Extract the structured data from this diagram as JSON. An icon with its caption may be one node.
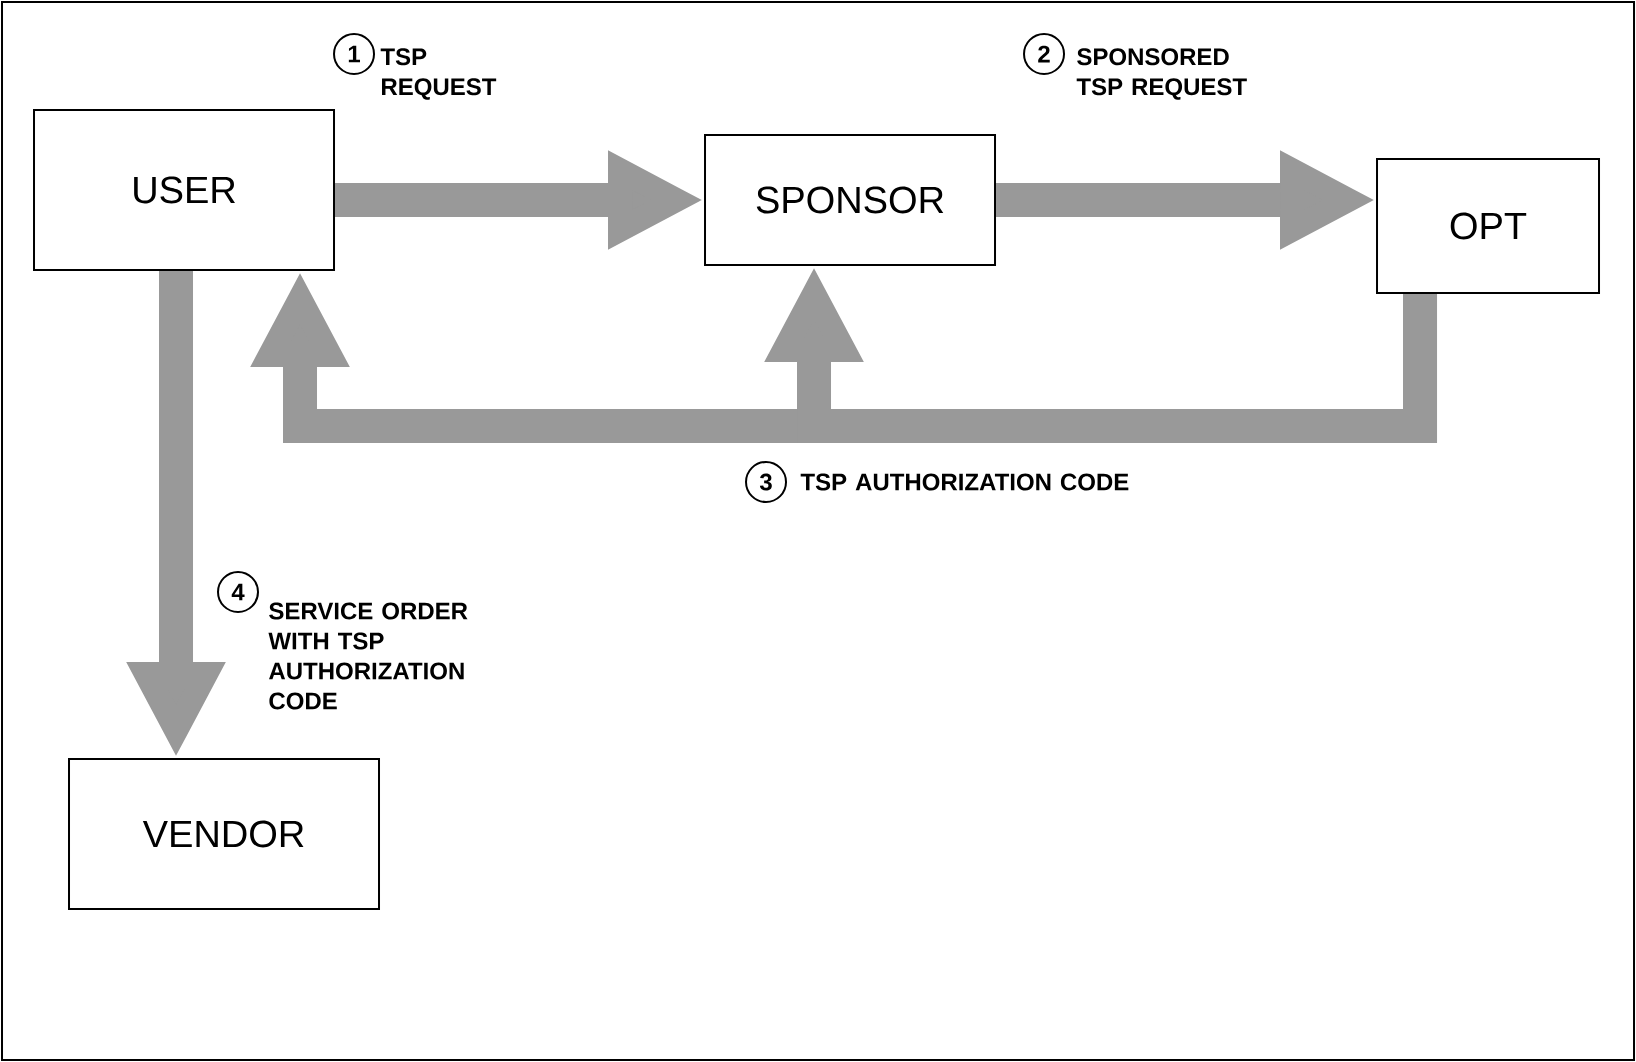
{
  "diagram": {
    "nodes": [
      {
        "text": [
          "USER"
        ]
      },
      {
        "text": [
          "SPONSOR"
        ]
      },
      {
        "text": [
          "OPT"
        ]
      },
      {
        "text": [
          "VENDOR"
        ]
      }
    ],
    "edges": [
      {
        "from": 0,
        "to": 1,
        "arrow": "to",
        "label": "TSP REQUEST"
      },
      {
        "from": 1,
        "to": 2,
        "arrow": "to",
        "label": "SPONSORED TSP REQUEST"
      },
      {
        "from": 2,
        "to": 0,
        "arrow": "to",
        "label": "TSP AUTHORIZATION CODE"
      },
      {
        "from": 2,
        "to": 1,
        "arrow": "to"
      },
      {
        "from": 0,
        "to": 3,
        "arrow": "to",
        "label": "SERVICE ORDER WITH TSP AUTHORIZATION CODE"
      }
    ],
    "labels": [
      "1",
      "2",
      "3",
      "4"
    ]
  }
}
